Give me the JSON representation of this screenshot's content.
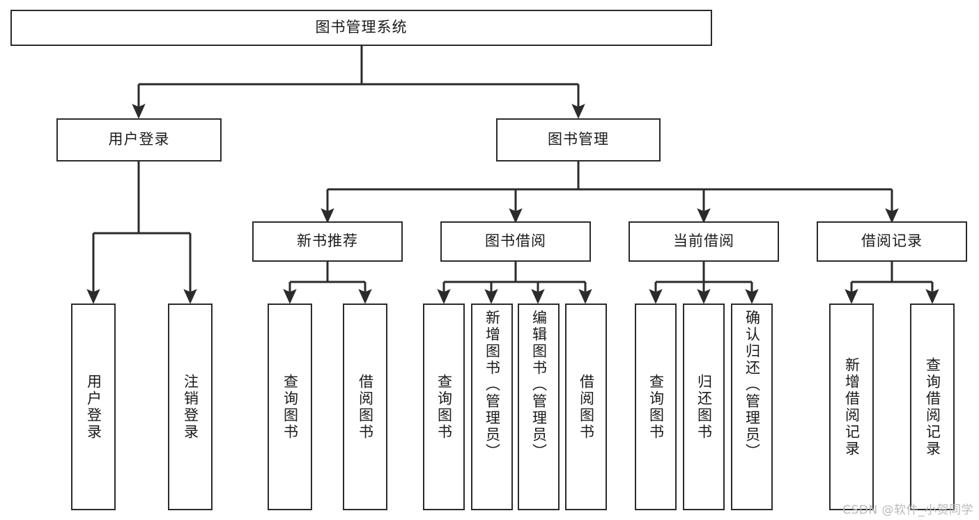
{
  "diagram": {
    "type": "tree-hierarchy",
    "title": "图书管理系统",
    "watermark": "CSDN @软件_小贺同学",
    "stroke_color": "#2b2b2b",
    "text_color": "#1a1a1a",
    "background_color": "#ffffff",
    "watermark_color": "#b9b9b9"
  },
  "nodes": {
    "root": {
      "label": "图书管理系统",
      "level": 1,
      "orientation": "horizontal"
    },
    "level2": [
      {
        "id": "user-login",
        "label": "用户登录",
        "level": 2,
        "orientation": "horizontal"
      },
      {
        "id": "book-manage",
        "label": "图书管理",
        "level": 2,
        "orientation": "horizontal"
      }
    ],
    "level3": [
      {
        "id": "new-book-recommend",
        "label": "新书推荐",
        "level": 3,
        "orientation": "horizontal",
        "parent": "book-manage"
      },
      {
        "id": "book-borrow",
        "label": "图书借阅",
        "level": 3,
        "orientation": "horizontal",
        "parent": "book-manage"
      },
      {
        "id": "current-borrow",
        "label": "当前借阅",
        "level": 3,
        "orientation": "horizontal",
        "parent": "book-manage"
      },
      {
        "id": "borrow-record",
        "label": "借阅记录",
        "level": 3,
        "orientation": "horizontal",
        "parent": "book-manage"
      }
    ],
    "leaves": [
      {
        "id": "leaf-user-login",
        "label": "用户登录",
        "parent": "user-login",
        "orientation": "vertical",
        "align": "middle"
      },
      {
        "id": "leaf-logout-login",
        "label": "注销登录",
        "parent": "user-login",
        "orientation": "vertical",
        "align": "middle"
      },
      {
        "id": "leaf-query-book-1",
        "label": "查询图书",
        "parent": "new-book-recommend",
        "orientation": "vertical",
        "align": "middle"
      },
      {
        "id": "leaf-borrow-book-1",
        "label": "借阅图书",
        "parent": "new-book-recommend",
        "orientation": "vertical",
        "align": "middle"
      },
      {
        "id": "leaf-query-book-2",
        "label": "查询图书",
        "parent": "book-borrow",
        "orientation": "vertical",
        "align": "middle"
      },
      {
        "id": "leaf-add-book",
        "label": "新增图书（管理员）",
        "parent": "book-borrow",
        "orientation": "vertical",
        "align": "top"
      },
      {
        "id": "leaf-edit-book",
        "label": "编辑图书（管理员）",
        "parent": "book-borrow",
        "orientation": "vertical",
        "align": "top"
      },
      {
        "id": "leaf-borrow-book-2",
        "label": "借阅图书",
        "parent": "book-borrow",
        "orientation": "vertical",
        "align": "middle"
      },
      {
        "id": "leaf-query-book-3",
        "label": "查询图书",
        "parent": "current-borrow",
        "orientation": "vertical",
        "align": "middle"
      },
      {
        "id": "leaf-return-book",
        "label": "归还图书",
        "parent": "current-borrow",
        "orientation": "vertical",
        "align": "middle"
      },
      {
        "id": "leaf-confirm-return",
        "label": "确认归还（管理员）",
        "parent": "current-borrow",
        "orientation": "vertical",
        "align": "top"
      },
      {
        "id": "leaf-add-record",
        "label": "新增借阅记录",
        "parent": "borrow-record",
        "orientation": "vertical",
        "align": "middle"
      },
      {
        "id": "leaf-query-record",
        "label": "查询借阅记录",
        "parent": "borrow-record",
        "orientation": "vertical",
        "align": "middle"
      }
    ]
  }
}
